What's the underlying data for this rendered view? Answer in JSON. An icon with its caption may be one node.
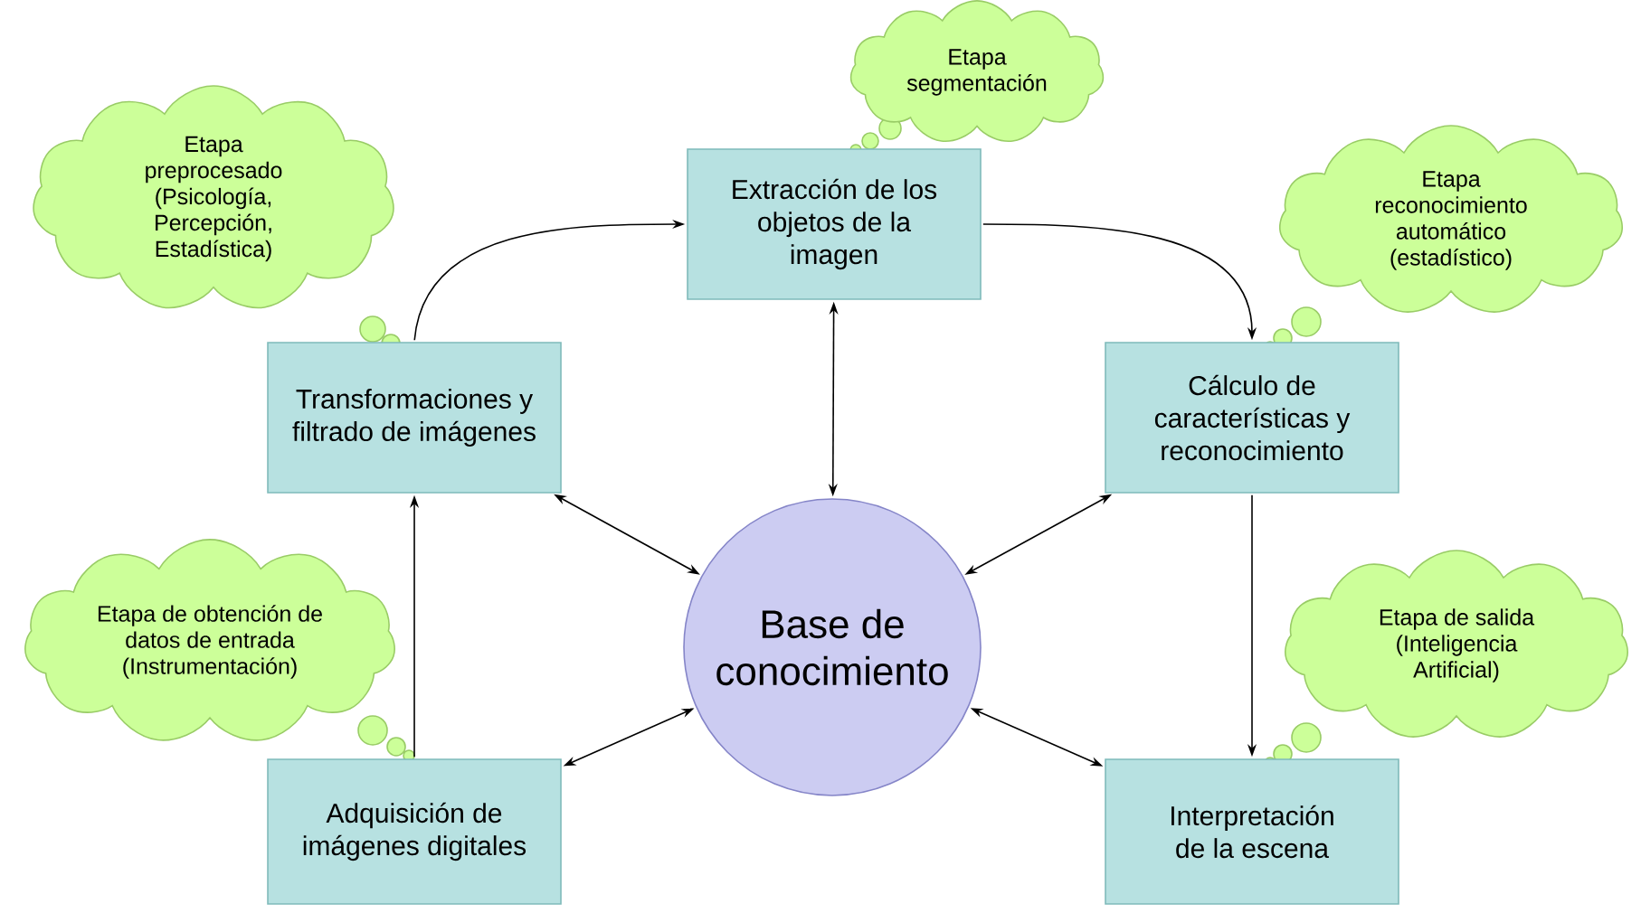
{
  "diagram": {
    "nodes": [
      {
        "text": [
          "Etapa preprocesado (Psicología, Percepción, Estadística)"
        ]
      },
      {
        "text": [
          "Etapa segmentación"
        ]
      },
      {
        "text": [
          "Extracción de los objetos de la imagen"
        ]
      },
      {
        "text": [
          "Etapa reconocimiento automático (estadístico)"
        ]
      },
      {
        "text": [
          "Transformaciones y filtrado de imágenes"
        ]
      },
      {
        "text": [
          "Cálculo de características y reconocimiento"
        ]
      },
      {
        "text": [
          "Base de conocimiento"
        ]
      },
      {
        "text": [
          "Etapa de obtención de datos de entrada (Instrumentación)"
        ]
      },
      {
        "text": [
          "Etapa de salida (Inteligencia Artificial)"
        ]
      },
      {
        "text": [
          "Adquisición de imágenes digitales"
        ]
      },
      {
        "text": [
          "Interpretación de la escena"
        ]
      }
    ],
    "edges": [
      {
        "from": 4,
        "to": 2,
        "arrow": "to"
      },
      {
        "from": 2,
        "to": 5,
        "arrow": "to"
      },
      {
        "from": 9,
        "to": 4,
        "arrow": "to"
      },
      {
        "from": 5,
        "to": 10,
        "arrow": "to"
      },
      {
        "from": 6,
        "to": 2,
        "arrow": "both"
      },
      {
        "from": 6,
        "to": 4,
        "arrow": "both"
      },
      {
        "from": 6,
        "to": 5,
        "arrow": "both"
      },
      {
        "from": 6,
        "to": 9,
        "arrow": "both"
      },
      {
        "from": 6,
        "to": 10,
        "arrow": "both"
      }
    ]
  }
}
